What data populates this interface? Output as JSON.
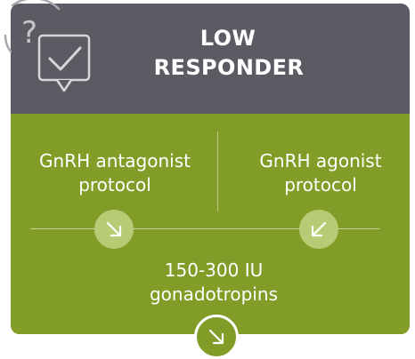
{
  "title": {
    "line1": "LOW",
    "line2": "RESPONDER"
  },
  "header_icon": "question-chat-check-icon",
  "protocols": {
    "left": {
      "line1": "GnRH antagonist",
      "line2": "protocol",
      "arrow_icon": "arrow-down-right-icon"
    },
    "right": {
      "line1": "GnRH agonist",
      "line2": "protocol",
      "arrow_icon": "arrow-down-left-icon"
    }
  },
  "result": {
    "line1": "150-300 IU",
    "line2": "gonadotropins",
    "arrow_icon": "arrow-down-right-icon"
  },
  "colors": {
    "header": "#5b5c63",
    "body": "#819d27",
    "badge": "#b6cb74",
    "text": "#ffffff"
  }
}
